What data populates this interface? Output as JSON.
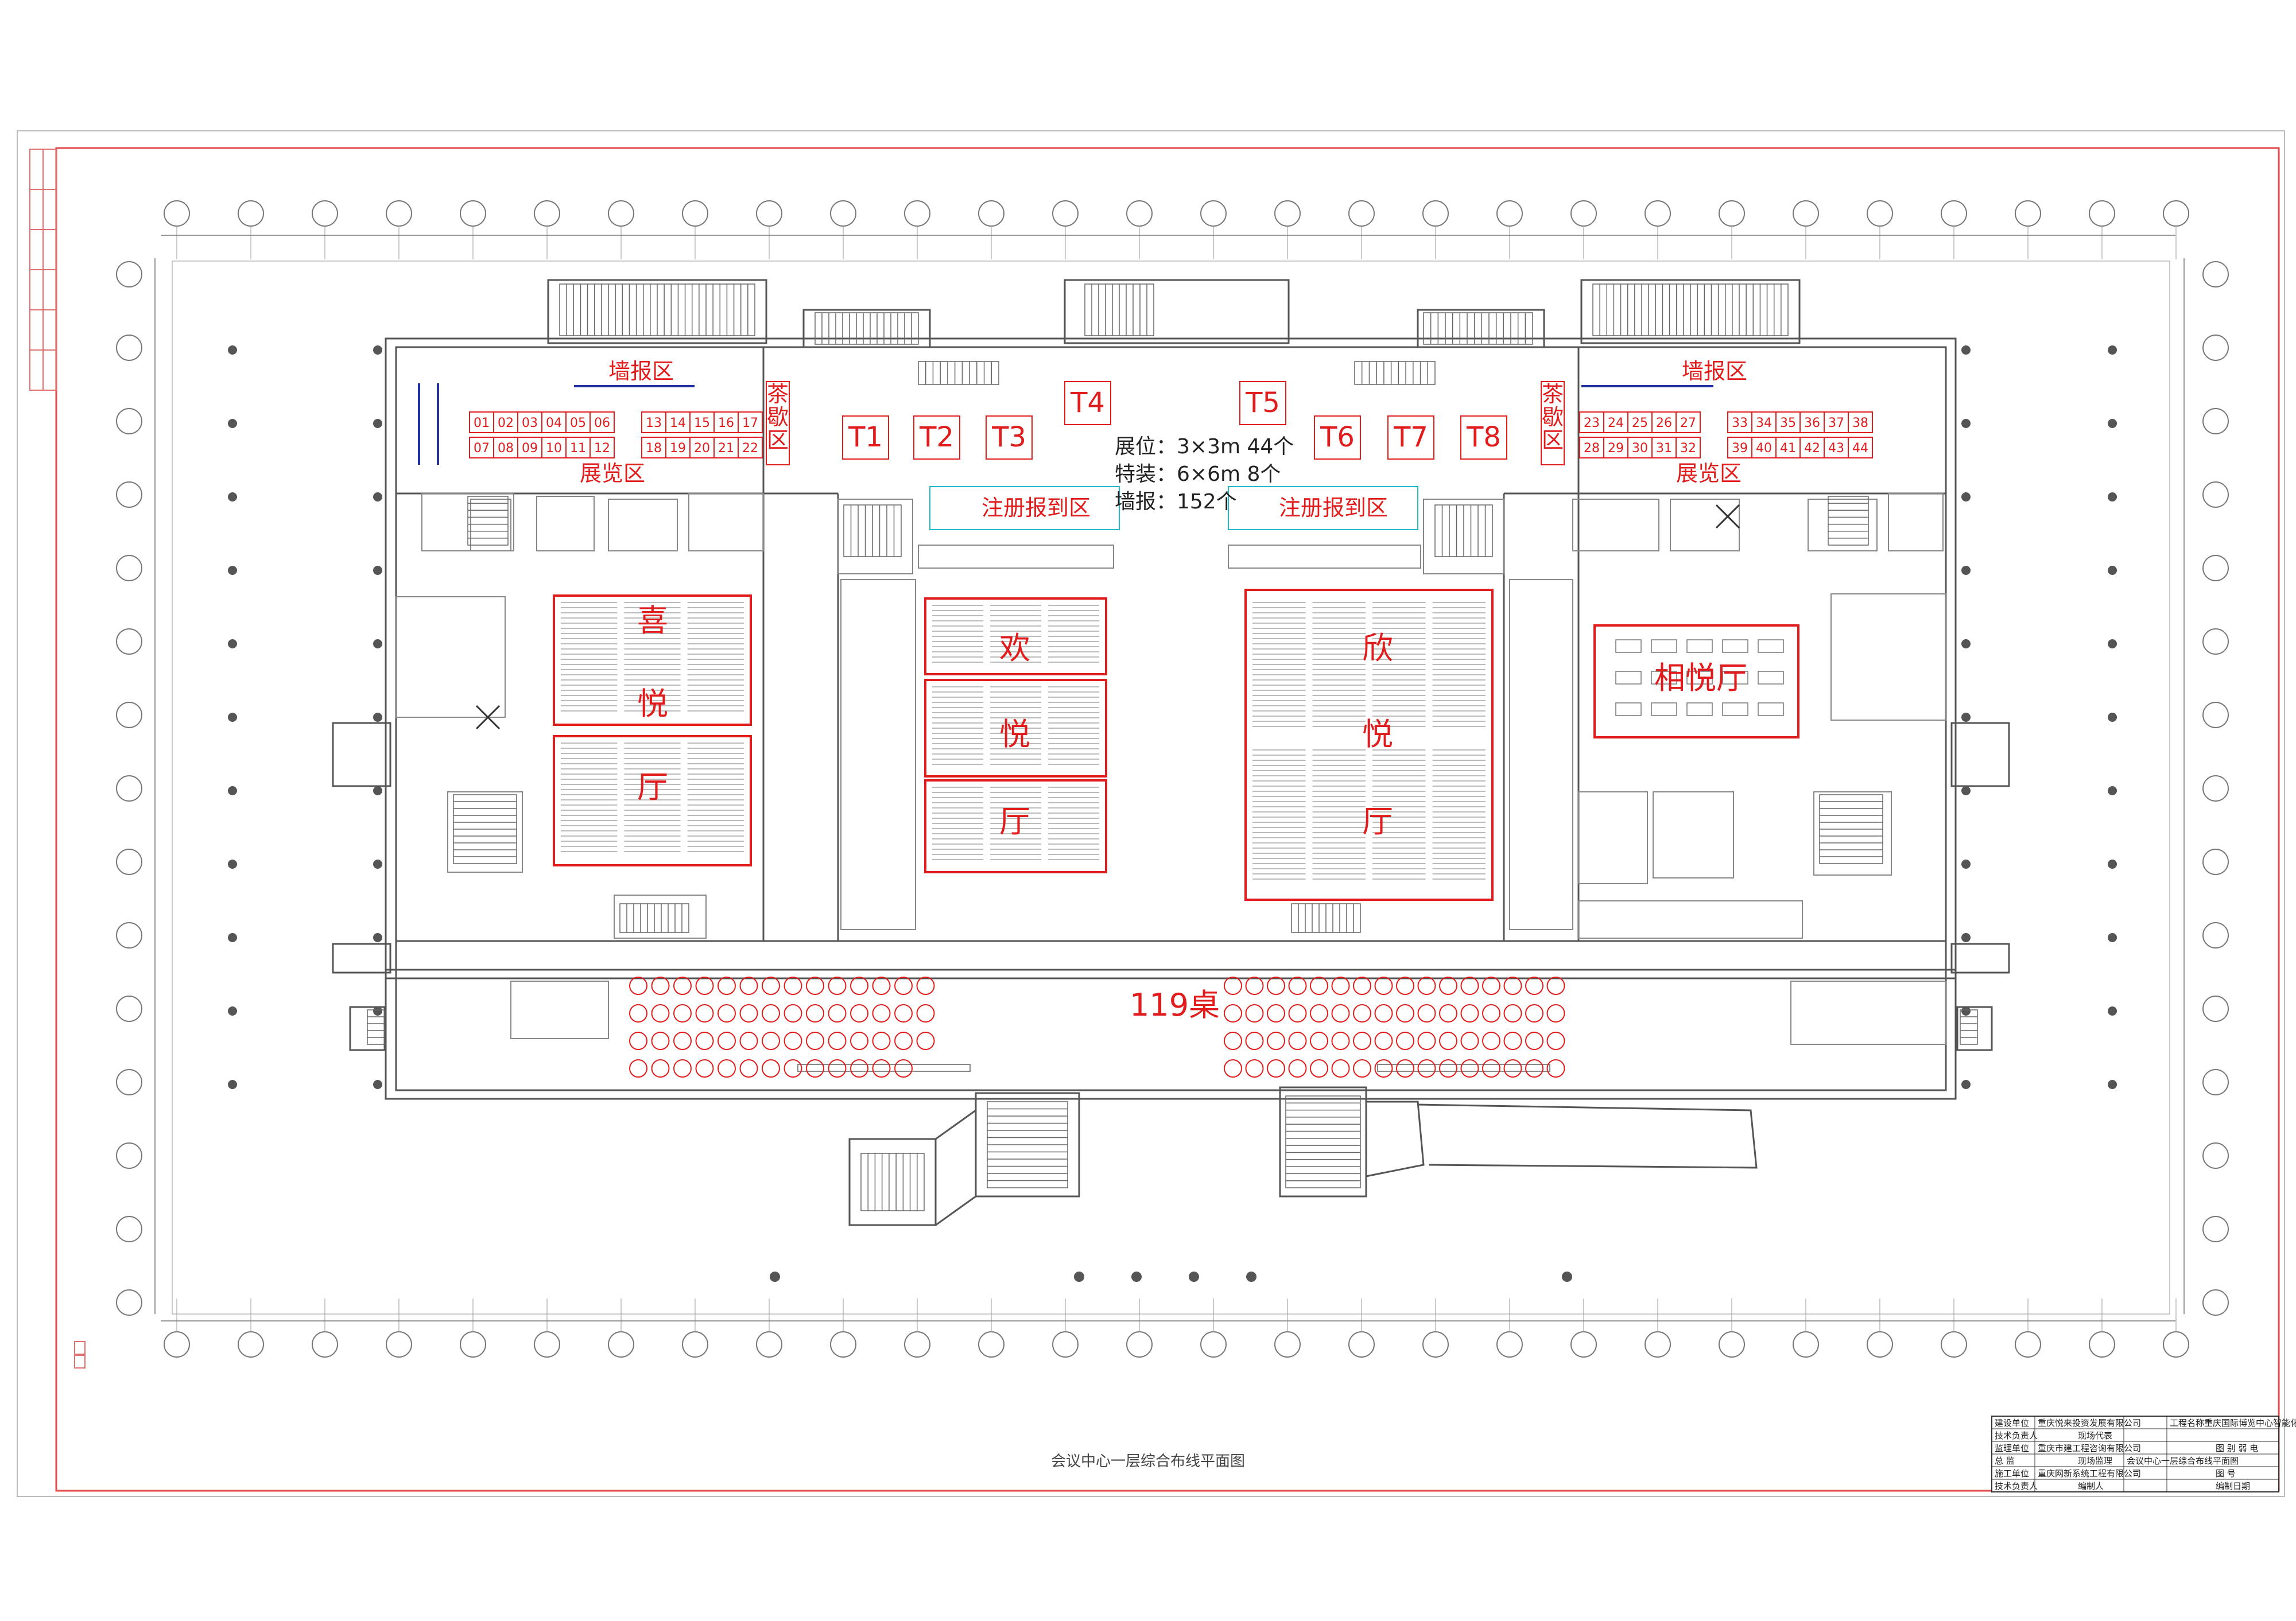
{
  "colors": {
    "accent": "#e01c1c",
    "line": "#555555",
    "wall_line": "#2030a0",
    "reg_box": "#22b8c8"
  },
  "labels": {
    "wall_left": "墙报区",
    "wall_right": "墙报区",
    "tea_left": "茶\n歇\n区",
    "tea_right": "茶\n歇\n区",
    "exhibit_left": "展览区",
    "exhibit_right": "展览区",
    "reg_left": "注册报到区",
    "reg_right": "注册报到区",
    "tables": "119桌",
    "hall_xi": [
      "喜",
      "悦",
      "厅"
    ],
    "hall_huan": [
      "欢",
      "悦",
      "厅"
    ],
    "hall_xin": [
      "欣",
      "悦",
      "厅"
    ],
    "hall_xiang": "相悦厅"
  },
  "summary": {
    "line1": "展位：3×3m 44个",
    "line2": "特装：6×6m 8个",
    "line3": "墙报：152个"
  },
  "booths": {
    "left_top": [
      "01",
      "02",
      "03",
      "04",
      "05",
      "06"
    ],
    "left_bottom": [
      "07",
      "08",
      "09",
      "10",
      "11",
      "12"
    ],
    "mid_top": [
      "13",
      "14",
      "15",
      "16",
      "17"
    ],
    "mid_bottom": [
      "18",
      "19",
      "20",
      "21",
      "22"
    ],
    "right1_top": [
      "23",
      "24",
      "25",
      "26",
      "27"
    ],
    "right1_bottom": [
      "28",
      "29",
      "30",
      "31",
      "32"
    ],
    "right2_top": [
      "33",
      "34",
      "35",
      "36",
      "37",
      "38"
    ],
    "right2_bottom": [
      "39",
      "40",
      "41",
      "42",
      "43",
      "44"
    ]
  },
  "special_booths": [
    "T1",
    "T2",
    "T3",
    "T4",
    "T5",
    "T6",
    "T7",
    "T8"
  ],
  "caption": "会议中心一层综合布线平面图",
  "title_block": {
    "r1": [
      "建设单位",
      "重庆悦来投资发展有限公司",
      "工程名称",
      "重庆国际博览中心智能化"
    ],
    "r2": [
      "技术负责人",
      "现场代表"
    ],
    "r3": [
      "监理单位",
      "重庆市建工程咨询有限公司",
      "图 别 弱 电"
    ],
    "r4": [
      "总 监",
      "现场监理",
      "会议中心一层综合布线平面图"
    ],
    "r5": [
      "施工单位",
      "重庆网新系统工程有限公司",
      "图 号"
    ],
    "r6": [
      "技术负责人",
      "编制人",
      "编制日期"
    ]
  }
}
